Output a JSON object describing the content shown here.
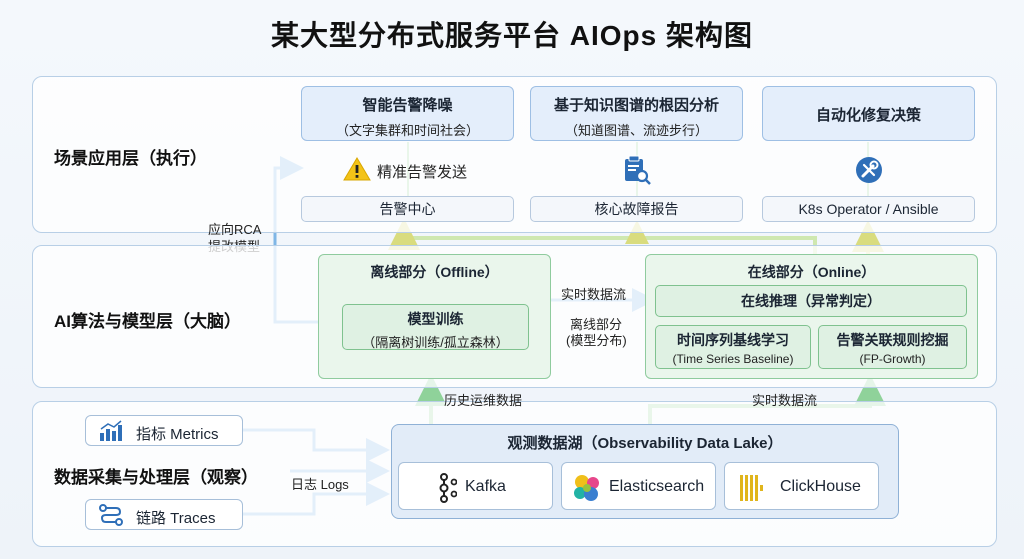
{
  "title": "某大型分布式服务平台 AIOps 架构图",
  "layers": {
    "scene": "场景应用层（执行）",
    "ai": "AI算法与模型层（大脑）",
    "data": "数据采集与处理层（观察）"
  },
  "scene": {
    "alert_denoise": {
      "title": "智能告警降噪",
      "sub": "（文字集群和时间社会）"
    },
    "rca": {
      "title": "基于知识图谱的根因分析",
      "sub": "（知道图谱、流迹步行）"
    },
    "auto_fix": {
      "title": "自动化修复决策"
    },
    "precise_alert": "精准告警发送",
    "alert_center": "告警中心",
    "core_report": "核心故障报告",
    "k8s": "K8s Operator / Ansible"
  },
  "ai": {
    "offline_title": "离线部分（Offline）",
    "model_training": {
      "title": "模型训练",
      "sub": "（隔离树训练/孤立森林）"
    },
    "online_title": "在线部分（Online）",
    "online_inference": "在线推理（异常判定）",
    "timeseries": {
      "title": "时间序列基线学习",
      "sub": "(Time Series Baseline)"
    },
    "rule_mining": {
      "title": "告警关联规则挖掘",
      "sub": "(FP-Growth)"
    },
    "realtime_flow": "实时数据流",
    "offline_deploy_1": "离线部分",
    "offline_deploy_2": "(模型分布)",
    "rca_feedback_1": "应向RCA",
    "rca_feedback_2": "提改模型"
  },
  "data": {
    "metrics": "指标 Metrics",
    "traces": "链路 Traces",
    "logs": "日志 Logs",
    "lake_title": "观测数据湖（Observability Data Lake）",
    "kafka": "Kafka",
    "elasticsearch": "Elasticsearch",
    "clickhouse": "ClickHouse",
    "history": "历史运维数据",
    "realtime": "实时数据流"
  },
  "colors": {
    "blue_line": "#7fb6e6",
    "green_line": "#9ad6a0",
    "yellow_line": "#e6e79a"
  }
}
